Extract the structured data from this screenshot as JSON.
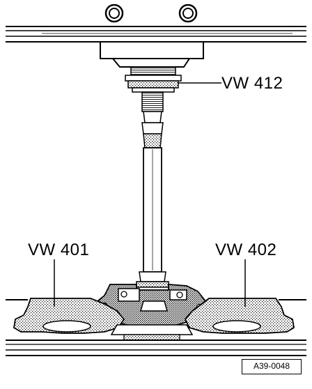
{
  "diagram": {
    "labels": {
      "tool_top": "VW 412",
      "tool_left": "VW 401",
      "tool_right": "VW 402"
    },
    "figure_id": "A39-0048"
  },
  "colors": {
    "ink": "#000000",
    "paper": "#ffffff",
    "stipple": "#8a8a8a"
  }
}
